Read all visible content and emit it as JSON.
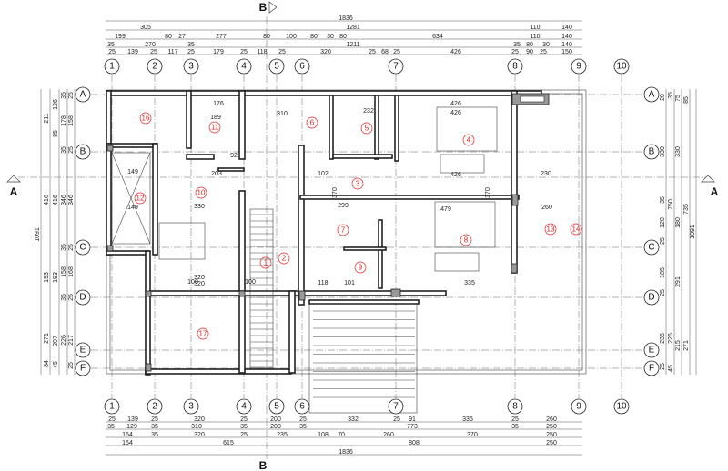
{
  "section_markers": {
    "top": "B",
    "bottom": "B",
    "left": "A",
    "right": "A"
  },
  "grid_columns": [
    "1",
    "2",
    "3",
    "4",
    "5",
    "6",
    "7",
    "8",
    "9",
    "10"
  ],
  "grid_rows": [
    "A",
    "B",
    "C",
    "D",
    "E",
    "F"
  ],
  "dimensions": {
    "top": [
      [
        "1836"
      ],
      [
        "305",
        "1281",
        "110",
        "140"
      ],
      [
        "199",
        "80",
        "27",
        "277",
        "80",
        "100",
        "80",
        "30",
        "80",
        "634",
        "110",
        "140"
      ],
      [
        "35",
        "270",
        "35",
        "1211",
        "35",
        "80",
        "30",
        "140"
      ],
      [
        "25",
        "139",
        "25",
        "117",
        "25",
        "179",
        "25",
        "118",
        "25",
        "320",
        "25",
        "68",
        "25",
        "426",
        "25",
        "90",
        "25",
        "150"
      ]
    ],
    "bottom": [
      [
        "25",
        "139",
        "25",
        "320",
        "25",
        "200",
        "25",
        "332",
        "25",
        "91",
        "335",
        "25",
        "260"
      ],
      [
        "35",
        "129",
        "35",
        "310",
        "35",
        "200",
        "35",
        "773",
        "35",
        "250"
      ],
      [
        "164",
        "35",
        "320",
        "25",
        "235",
        "108",
        "70",
        "260",
        "370",
        "250"
      ],
      [
        "164",
        "615",
        "808",
        "250"
      ],
      [
        "1836"
      ]
    ],
    "left": [
      [
        "1091"
      ],
      [
        "211",
        "416",
        "193",
        "271",
        "84"
      ],
      [
        "126",
        "85",
        "416",
        "193",
        "207",
        "45"
      ],
      [
        "35",
        "178",
        "35",
        "346",
        "35",
        "158",
        "35",
        "226"
      ],
      [
        "25",
        "158",
        "25",
        "346",
        "25",
        "168",
        "25",
        "217",
        "25"
      ]
    ],
    "right": [
      [
        "20",
        "330",
        "35",
        "120",
        "25",
        "185",
        "25",
        "236",
        "25"
      ],
      [
        "35",
        "750",
        "226",
        "45"
      ],
      [
        "75",
        "330",
        "180",
        "291",
        "215"
      ],
      [
        "85",
        "735",
        "271"
      ],
      [
        "1091"
      ]
    ],
    "interior": [
      "176",
      "189",
      "310",
      "232",
      "426",
      "426",
      "426",
      "203",
      "92",
      "102",
      "299",
      "479",
      "335",
      "330",
      "149",
      "149",
      "320",
      "320",
      "230",
      "260",
      "370",
      "370",
      "100",
      "100",
      "118",
      "101"
    ]
  },
  "rooms": [
    "1",
    "2",
    "3",
    "4",
    "5",
    "6",
    "7",
    "8",
    "9",
    "10",
    "11",
    "12",
    "13",
    "14",
    "16",
    "17"
  ]
}
